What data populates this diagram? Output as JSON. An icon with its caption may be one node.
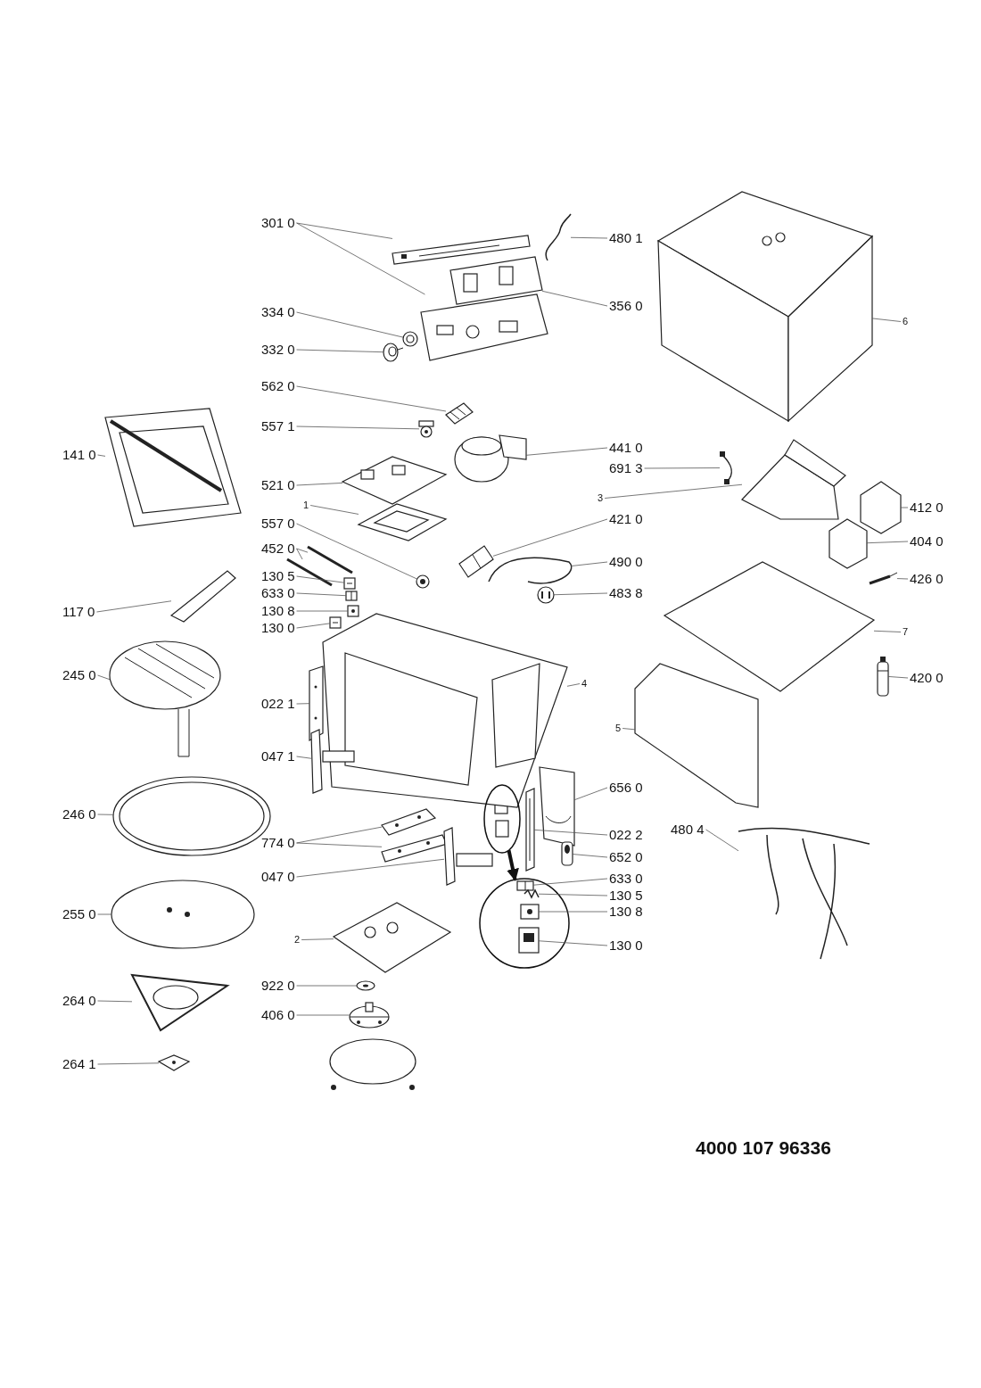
{
  "diagram": {
    "nodes": [
      {
        "text": [
          "301 0"
        ]
      },
      {
        "text": [
          "480 1"
        ]
      },
      {
        "text": [
          "356 0"
        ]
      },
      {
        "text": [
          "334 0"
        ]
      },
      {
        "text": [
          "332 0"
        ]
      },
      {
        "text": [
          "562 0"
        ]
      },
      {
        "text": [
          "557 1"
        ]
      },
      {
        "text": [
          "441 0"
        ]
      },
      {
        "text": [
          "141 0"
        ]
      },
      {
        "text": [
          "691 3"
        ]
      },
      {
        "text": [
          "521 0"
        ]
      },
      {
        "text": [
          "3"
        ]
      },
      {
        "text": [
          "1"
        ]
      },
      {
        "text": [
          "412 0"
        ]
      },
      {
        "text": [
          "557 0"
        ]
      },
      {
        "text": [
          "421 0"
        ]
      },
      {
        "text": [
          "452 0"
        ]
      },
      {
        "text": [
          "404 0"
        ]
      },
      {
        "text": [
          "130 5"
        ]
      },
      {
        "text": [
          "490 0"
        ]
      },
      {
        "text": [
          "426 0"
        ]
      },
      {
        "text": [
          "633 0"
        ]
      },
      {
        "text": [
          "483 8"
        ]
      },
      {
        "text": [
          "130 8"
        ]
      },
      {
        "text": [
          "117 0"
        ]
      },
      {
        "text": [
          "130 0"
        ]
      },
      {
        "text": [
          "7"
        ]
      },
      {
        "text": [
          "245 0"
        ]
      },
      {
        "text": [
          "4"
        ]
      },
      {
        "text": [
          "420 0"
        ]
      },
      {
        "text": [
          "022 1"
        ]
      },
      {
        "text": [
          "5"
        ]
      },
      {
        "text": [
          "047 1"
        ]
      },
      {
        "text": [
          "656 0"
        ]
      },
      {
        "text": [
          "246 0"
        ]
      },
      {
        "text": [
          "774 0"
        ]
      },
      {
        "text": [
          "022 2"
        ]
      },
      {
        "text": [
          "480 4"
        ]
      },
      {
        "text": [
          "652 0"
        ]
      },
      {
        "text": [
          "047 0"
        ]
      },
      {
        "text": [
          "633 0"
        ]
      },
      {
        "text": [
          "130 5"
        ]
      },
      {
        "text": [
          "255 0"
        ]
      },
      {
        "text": [
          "130 8"
        ]
      },
      {
        "text": [
          "2"
        ]
      },
      {
        "text": [
          "130 0"
        ]
      },
      {
        "text": [
          "922 0"
        ]
      },
      {
        "text": [
          "264 0"
        ]
      },
      {
        "text": [
          "406 0"
        ]
      },
      {
        "text": [
          "264 1"
        ]
      },
      {
        "text": [
          "6"
        ]
      },
      {
        "text": [],
        "shape": "circle"
      },
      {
        "text": [],
        "shape": "circle"
      },
      {
        "text": [],
        "shape": "picture"
      },
      {
        "text": [],
        "shape": "picture"
      },
      {
        "text": [],
        "shape": "picture"
      },
      {
        "text": [],
        "shape": "picture"
      },
      {
        "text": [],
        "shape": "picture"
      },
      {
        "text": [],
        "shape": "picture"
      },
      {
        "text": [],
        "shape": "picture"
      },
      {
        "text": [],
        "shape": "picture"
      },
      {
        "text": [],
        "shape": "picture"
      },
      {
        "text": [],
        "shape": "picture"
      },
      {
        "text": [],
        "shape": "picture"
      },
      {
        "text": [],
        "shape": "picture"
      },
      {
        "text": [],
        "shape": "picture"
      },
      {
        "text": [],
        "shape": "picture"
      },
      {
        "text": [],
        "shape": "picture"
      },
      {
        "text": [],
        "shape": "picture"
      },
      {
        "text": [],
        "shape": "picture"
      },
      {
        "text": [],
        "shape": "picture"
      },
      {
        "text": [],
        "shape": "picture"
      },
      {
        "text": [],
        "shape": "picture"
      },
      {
        "text": [],
        "shape": "picture"
      },
      {
        "text": [],
        "shape": "picture"
      },
      {
        "text": [],
        "shape": "picture"
      },
      {
        "text": [],
        "shape": "picture"
      },
      {
        "text": [],
        "shape": "picture"
      },
      {
        "text": [],
        "shape": "picture"
      },
      {
        "text": [],
        "shape": "picture"
      },
      {
        "text": [],
        "shape": "picture"
      },
      {
        "text": [],
        "shape": "picture"
      },
      {
        "text": [],
        "shape": "picture"
      },
      {
        "text": [],
        "shape": "picture"
      },
      {
        "text": [],
        "shape": "picture"
      },
      {
        "text": [],
        "shape": "picture"
      },
      {
        "text": [],
        "shape": "picture"
      },
      {
        "text": [],
        "shape": "picture"
      },
      {
        "text": [],
        "shape": "picture"
      },
      {
        "text": [],
        "shape": "picture"
      },
      {
        "text": [],
        "shape": "picture"
      },
      {
        "text": [],
        "shape": "picture"
      },
      {
        "text": [],
        "shape": "picture"
      },
      {
        "text": [],
        "shape": "picture"
      },
      {
        "text": [],
        "shape": "picture"
      },
      {
        "text": [],
        "shape": "picture"
      },
      {
        "text": [],
        "shape": "picture",
        "in": 52
      },
      {
        "text": [],
        "shape": "picture",
        "in": 52
      },
      {
        "text": [],
        "shape": "picture"
      },
      {
        "text": [],
        "shape": "picture",
        "in": 52
      },
      {
        "text": [],
        "shape": "picture"
      },
      {
        "text": [],
        "shape": "picture",
        "in": 52
      },
      {
        "text": [],
        "shape": "picture"
      },
      {
        "text": [],
        "shape": "picture"
      },
      {
        "text": [],
        "shape": "picture"
      },
      {
        "text": [],
        "shape": "picture"
      },
      {
        "text": [],
        "shape": "picture"
      }
    ],
    "edges": [
      {
        "from": 0,
        "to": 53,
        "arrow": "none"
      },
      {
        "from": 0,
        "to": 54,
        "arrow": "none"
      },
      {
        "from": 1,
        "to": 55,
        "arrow": "none"
      },
      {
        "from": 2,
        "to": 56,
        "arrow": "none"
      },
      {
        "from": 3,
        "to": 57,
        "arrow": "none"
      },
      {
        "from": 4,
        "to": 58,
        "arrow": "none"
      },
      {
        "from": 5,
        "to": 59,
        "arrow": "none"
      },
      {
        "from": 6,
        "to": 60,
        "arrow": "none"
      },
      {
        "from": 7,
        "to": 61,
        "arrow": "none"
      },
      {
        "from": 8,
        "to": 62,
        "arrow": "none"
      },
      {
        "from": 9,
        "to": 63,
        "arrow": "none"
      },
      {
        "from": 10,
        "to": 64,
        "arrow": "none"
      },
      {
        "from": 11,
        "to": 65,
        "arrow": "none"
      },
      {
        "from": 12,
        "to": 66,
        "arrow": "none"
      },
      {
        "from": 13,
        "to": 67,
        "arrow": "none"
      },
      {
        "from": 14,
        "to": 68,
        "arrow": "none"
      },
      {
        "from": 15,
        "to": 69,
        "arrow": "none"
      },
      {
        "from": 16,
        "to": 70,
        "arrow": "none"
      },
      {
        "from": 16,
        "to": 71,
        "arrow": "none"
      },
      {
        "from": 17,
        "to": 72,
        "arrow": "none"
      },
      {
        "from": 18,
        "to": 73,
        "arrow": "none"
      },
      {
        "from": 19,
        "to": 74,
        "arrow": "none"
      },
      {
        "from": 20,
        "to": 75,
        "arrow": "none"
      },
      {
        "from": 21,
        "to": 76,
        "arrow": "none"
      },
      {
        "from": 22,
        "to": 77,
        "arrow": "none"
      },
      {
        "from": 23,
        "to": 78,
        "arrow": "none"
      },
      {
        "from": 24,
        "to": 79,
        "arrow": "none"
      },
      {
        "from": 25,
        "to": 80,
        "arrow": "none"
      },
      {
        "from": 26,
        "to": 81,
        "arrow": "none"
      },
      {
        "from": 27,
        "to": 82,
        "arrow": "none"
      },
      {
        "from": 28,
        "to": 83,
        "arrow": "none"
      },
      {
        "from": 29,
        "to": 84,
        "arrow": "none"
      },
      {
        "from": 30,
        "to": 85,
        "arrow": "none"
      },
      {
        "from": 31,
        "to": 86,
        "arrow": "none"
      },
      {
        "from": 32,
        "to": 87,
        "arrow": "none"
      },
      {
        "from": 33,
        "to": 88,
        "arrow": "none"
      },
      {
        "from": 34,
        "to": 89,
        "arrow": "none"
      },
      {
        "from": 35,
        "to": 90,
        "arrow": "none"
      },
      {
        "from": 35,
        "to": 91,
        "arrow": "none"
      },
      {
        "from": 36,
        "to": 92,
        "arrow": "none"
      },
      {
        "from": 37,
        "to": 93,
        "arrow": "none"
      },
      {
        "from": 38,
        "to": 94,
        "arrow": "none"
      },
      {
        "from": 39,
        "to": 95,
        "arrow": "none"
      },
      {
        "from": 40,
        "to": 96,
        "arrow": "none"
      },
      {
        "from": 41,
        "to": 97,
        "arrow": "none"
      },
      {
        "from": 42,
        "to": 98,
        "arrow": "none"
      },
      {
        "from": 43,
        "to": 99,
        "arrow": "none"
      },
      {
        "from": 44,
        "to": 100,
        "arrow": "none"
      },
      {
        "from": 45,
        "to": 101,
        "arrow": "none"
      },
      {
        "from": 46,
        "to": 102,
        "arrow": "none"
      },
      {
        "from": 47,
        "to": 103,
        "arrow": "none"
      },
      {
        "from": 48,
        "to": 104,
        "arrow": "none"
      },
      {
        "from": 49,
        "to": 105,
        "arrow": "none"
      },
      {
        "from": 50,
        "to": 106,
        "arrow": "none"
      },
      {
        "from": 51,
        "to": 52,
        "arrow": "to",
        "style": "thick"
      }
    ],
    "labels": [
      "4000 107 96336"
    ]
  }
}
